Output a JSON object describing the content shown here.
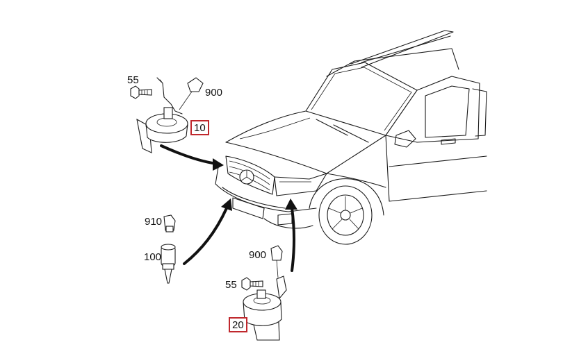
{
  "callouts": {
    "c55_top": "55",
    "c900_top": "900",
    "c10": "10",
    "c910": "910",
    "c100": "100",
    "c900_bottom": "900",
    "c55_bottom": "55",
    "c20": "20"
  },
  "colors": {
    "highlight_box": "#c0282d",
    "line": "#1a1a1a",
    "background": "#ffffff"
  },
  "icons": [
    "car-outline",
    "horn-icon",
    "bolt-icon",
    "connector-icon",
    "sensor-icon",
    "arrow-icon"
  ]
}
